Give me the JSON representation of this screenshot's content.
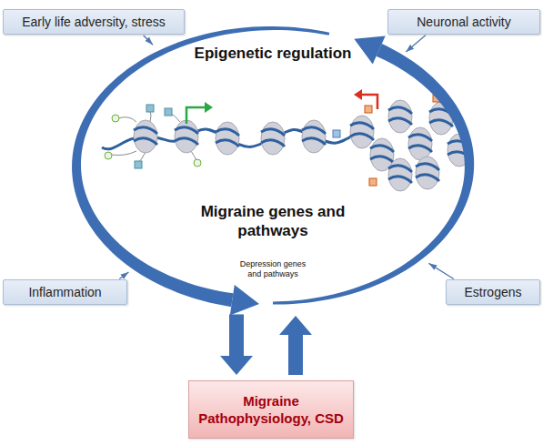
{
  "diagram": {
    "nodes": [
      {
        "text": [
          "Early life adversity, stress"
        ]
      },
      {
        "text": [
          "Neuronal activity"
        ]
      },
      {
        "text": [
          "Epigenetic regulation",
          "Migraine genes and pathways",
          "Depression genes and pathways"
        ]
      },
      {
        "text": [
          "Inflammation"
        ]
      },
      {
        "text": [
          "Estrogens"
        ]
      },
      {
        "text": [
          "Migraine Pathophysiology, CSD"
        ]
      }
    ],
    "edges": [
      {
        "from": 0,
        "to": 2,
        "arrow": "to"
      },
      {
        "from": 1,
        "to": 2,
        "arrow": "to"
      },
      {
        "from": 3,
        "to": 2,
        "arrow": "to"
      },
      {
        "from": 4,
        "to": 2,
        "arrow": "to"
      },
      {
        "from": 2,
        "to": 5,
        "arrow": "to"
      },
      {
        "from": 5,
        "to": 2,
        "arrow": "to"
      }
    ]
  }
}
